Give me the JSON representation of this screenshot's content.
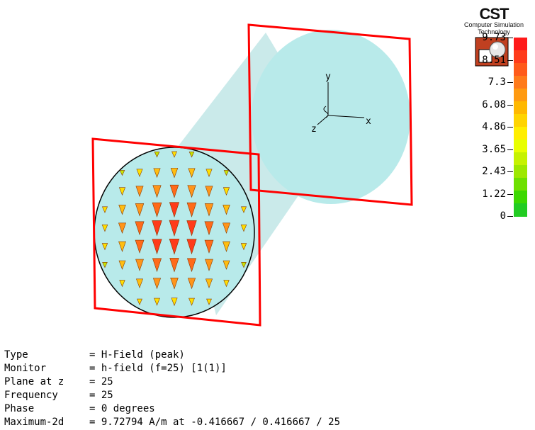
{
  "logo": {
    "title": "CST",
    "subtitle_line1": "Computer Simulation",
    "subtitle_line2": "Technology"
  },
  "axes": {
    "x": "x",
    "y": "y",
    "z": "z"
  },
  "legend": {
    "labels": [
      "9.73",
      "8.51",
      "7.3",
      "6.08",
      "4.86",
      "3.65",
      "2.43",
      "1.22",
      "0"
    ],
    "colors_top_to_bottom": [
      "#ff1a1a",
      "#ff3b1a",
      "#ff5a1a",
      "#ff7a1a",
      "#ff9a10",
      "#ffb800",
      "#ffd400",
      "#ffee00",
      "#e8ff00",
      "#c6f200",
      "#9ee800",
      "#6ee000",
      "#3cd800",
      "#22cc22"
    ]
  },
  "colors": {
    "frame": "#ff0000",
    "cylinder_fill": "#b4e6e6",
    "cone_max": "#ff3b1a",
    "cone_min": "#a8d800"
  },
  "info": [
    {
      "key": "Type",
      "value": "= H-Field (peak)"
    },
    {
      "key": "Monitor",
      "value": "= h-field (f=25) [1(1)]"
    },
    {
      "key": "Plane at z",
      "value": "= 25"
    },
    {
      "key": "Frequency",
      "value": "= 25"
    },
    {
      "key": "Phase",
      "value": "= 0 degrees"
    },
    {
      "key": "Maximum-2d",
      "value": "= 9.72794 A/m at -0.416667 / 0.416667 / 25"
    }
  ]
}
